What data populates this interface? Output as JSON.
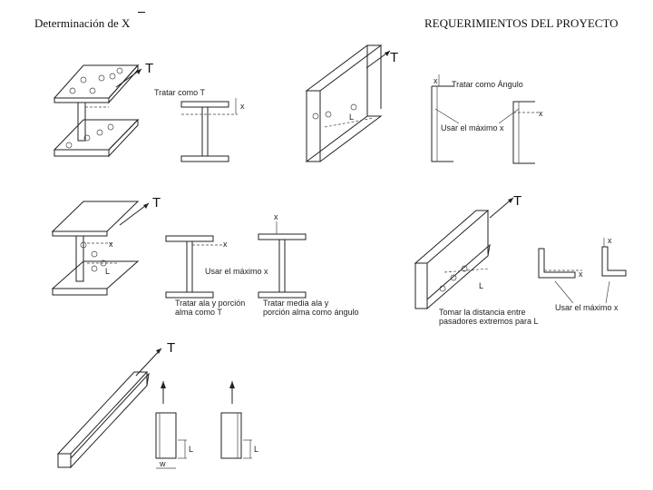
{
  "header": {
    "left_title": "Determinación de X",
    "right_title": "REQUERIMIENTOS DEL PROYECTO"
  },
  "diagram": {
    "load_symbol": "T",
    "labels": {
      "tratar_como_t": "Tratar como T",
      "tratar_como_angulo": "Tratar como Ángulo",
      "usar_max_x_1": "Usar el máximo x",
      "usar_max_x_2": "Usar el máximo x",
      "usar_max_x_3": "Usar el máximo x",
      "tratar_ala_1": "Tratar ala y porción",
      "tratar_ala_2": "alma como T",
      "tratar_media_1": "Tratar media ala y",
      "tratar_media_2": "porción alma como ángulo",
      "tomar_dist_1": "Tomar la distancia entre",
      "tomar_dist_2": "pasadores extremos para L",
      "x": "x",
      "L": "L",
      "w": "w"
    }
  }
}
